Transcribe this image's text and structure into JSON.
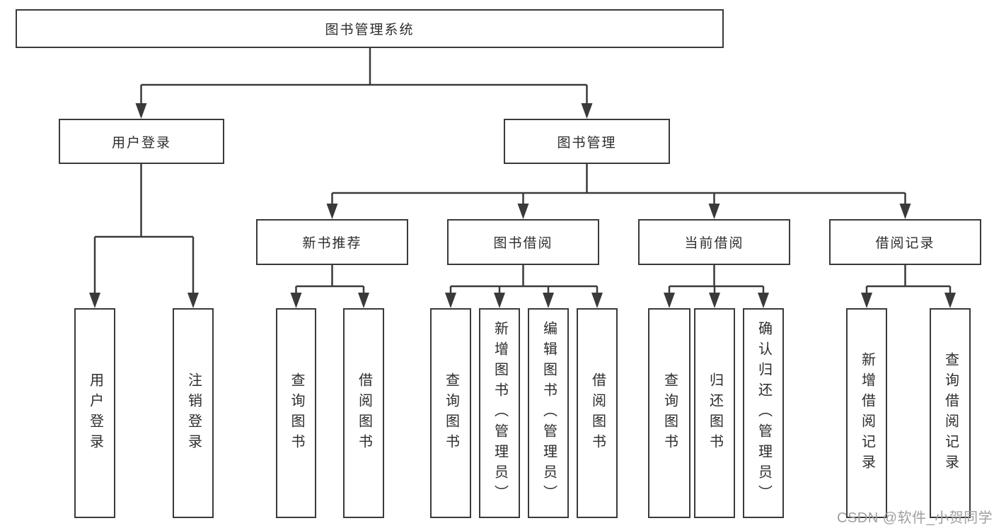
{
  "nodes": {
    "root": "图书管理系统",
    "userLogin": "用户登录",
    "bookMgmt": "图书管理",
    "newBookRec": "新书推荐",
    "bookBorrow": "图书借阅",
    "currentBorrow": "当前借阅",
    "borrowRecord": "借阅记录",
    "ulLogin": "用户登录",
    "ulLogout": "注销登录",
    "nbQuery": "查询图书",
    "nbBorrow": "借阅图书",
    "bbQuery": "查询图书",
    "bbAdd": "新增图书（管理员）",
    "bbEdit": "编辑图书（管理员）",
    "bbBorrow": "借阅图书",
    "cbQuery": "查询图书",
    "cbReturn": "归还图书",
    "cbConfirm": "确认归还（管理员）",
    "brAdd": "新增借阅记录",
    "brQuery": "查询借阅记录"
  },
  "hierarchy": {
    "root": [
      "userLogin",
      "bookMgmt"
    ],
    "userLogin": [
      "ulLogin",
      "ulLogout"
    ],
    "bookMgmt": [
      "newBookRec",
      "bookBorrow",
      "currentBorrow",
      "borrowRecord"
    ],
    "newBookRec": [
      "nbQuery",
      "nbBorrow"
    ],
    "bookBorrow": [
      "bbQuery",
      "bbAdd",
      "bbEdit",
      "bbBorrow"
    ],
    "currentBorrow": [
      "cbQuery",
      "cbReturn",
      "cbConfirm"
    ],
    "borrowRecord": [
      "brAdd",
      "brQuery"
    ]
  },
  "watermark": "CSDN @软件_小贺同学",
  "colors": {
    "line": "#3a3a3a",
    "text": "#2d2d2d",
    "watermark": "#a0a0a0",
    "background": "#ffffff"
  }
}
